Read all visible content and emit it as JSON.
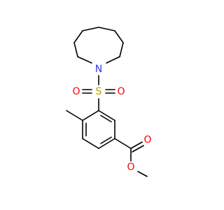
{
  "molecule": {
    "atoms": {
      "nitrogen": {
        "symbol": "N",
        "color": "#3333ff"
      },
      "sulfur": {
        "symbol": "S",
        "color": "#b8a000"
      },
      "sulfonyl_oxygen_left": {
        "symbol": "O",
        "color": "#ff0000"
      },
      "sulfonyl_oxygen_right": {
        "symbol": "O",
        "color": "#ff0000"
      },
      "carbonyl_oxygen": {
        "symbol": "O",
        "color": "#ff0000"
      },
      "ester_oxygen": {
        "symbol": "O",
        "color": "#ff0000"
      }
    },
    "bond_color": "#000000",
    "background": "#ffffff"
  }
}
